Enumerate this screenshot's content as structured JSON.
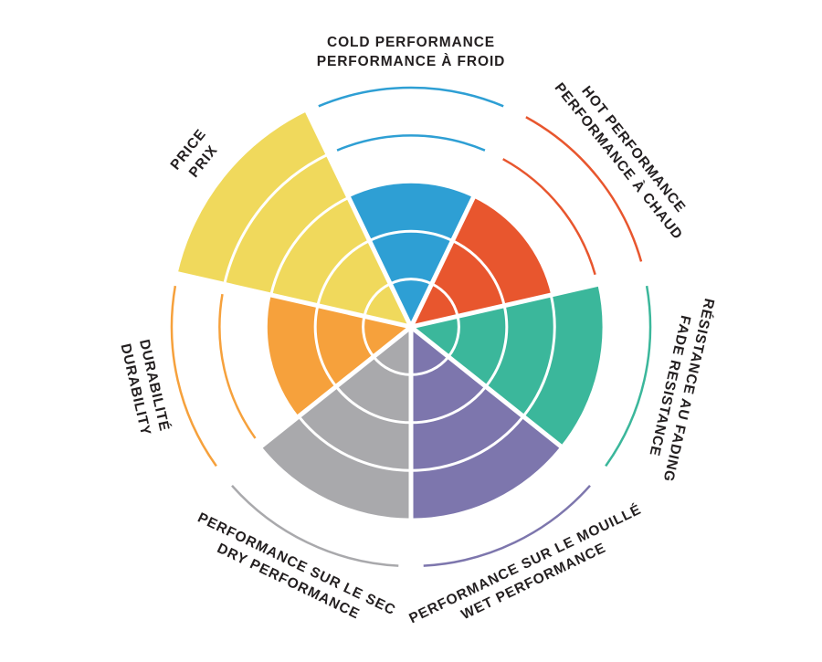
{
  "figure": {
    "background": "#ffffff",
    "label_color": "#231f20"
  },
  "chart_data": {
    "type": "pie",
    "subtype": "polar-rating-wheel",
    "rings": 5,
    "max_rating": 5,
    "legend_position": "around",
    "segments": [
      {
        "id": "cold-performance",
        "lines": [
          "COLD PERFORMANCE",
          "PERFORMANCE À FROID"
        ],
        "rating": 3,
        "color": "#2e9fd4"
      },
      {
        "id": "hot-performance",
        "lines": [
          "HOT PERFORMANCE",
          "PERFORMANCE À CHAUD"
        ],
        "rating": 3,
        "color": "#e8562e"
      },
      {
        "id": "fade-resistance",
        "lines": [
          "RÉSISTANCE AU FADING",
          "FADE RESISTANCE"
        ],
        "rating": 4,
        "color": "#3bb79b"
      },
      {
        "id": "wet-performance",
        "lines": [
          "PERFORMANCE SUR LE MOUILLÉ",
          "WET PERFORMANCE"
        ],
        "rating": 4,
        "color": "#7d76ad"
      },
      {
        "id": "dry-performance",
        "lines": [
          "PERFORMANCE SUR LE SEC",
          "DRY PERFORMANCE"
        ],
        "rating": 4,
        "color": "#a9a9ac"
      },
      {
        "id": "durability",
        "lines": [
          "DURABILITÉ",
          "DURABILITY"
        ],
        "rating": 3,
        "color": "#f6a13c"
      },
      {
        "id": "price",
        "lines": [
          "PRICE",
          "PRIX"
        ],
        "rating": 5,
        "color": "#f0d95c"
      }
    ]
  }
}
